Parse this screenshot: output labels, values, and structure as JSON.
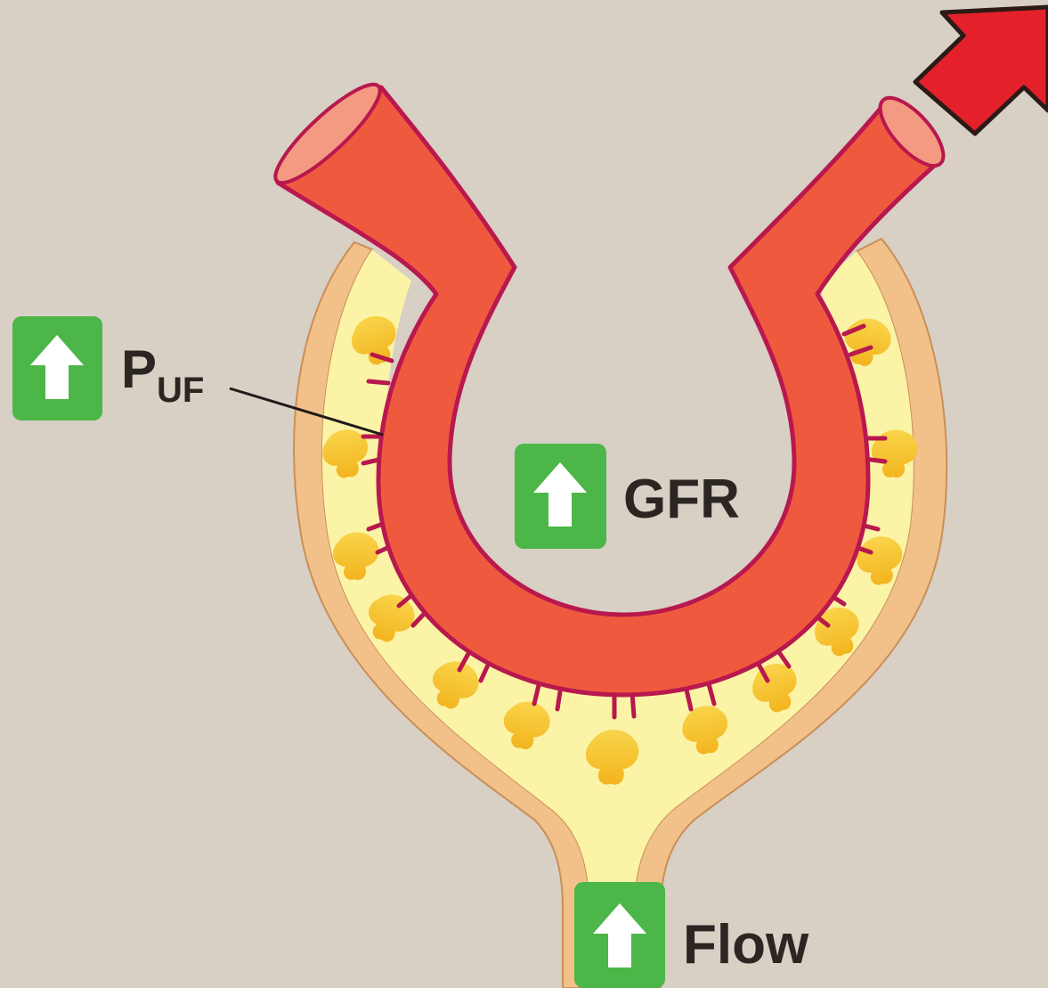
{
  "labels": {
    "puf_main": "P",
    "puf_sub": "UF",
    "gfr": "GFR",
    "flow": "Flow"
  },
  "indicators": {
    "puf": "up",
    "gfr": "up",
    "flow": "up"
  },
  "icons": {
    "indicator": "up-arrow-icon",
    "outflow": "red-arrow-icon"
  },
  "colors": {
    "background": "#d8cfc5",
    "capillary": "#ef5a3f",
    "capillary_outline": "#b8184e",
    "capillary_end": "#f49a82",
    "capsule": "#f2c189",
    "bowman_space": "#fbf3a6",
    "podocyte": "#f7c62c",
    "indicator_box": "#4cb748",
    "outflow_arrow": "#e4202a"
  }
}
